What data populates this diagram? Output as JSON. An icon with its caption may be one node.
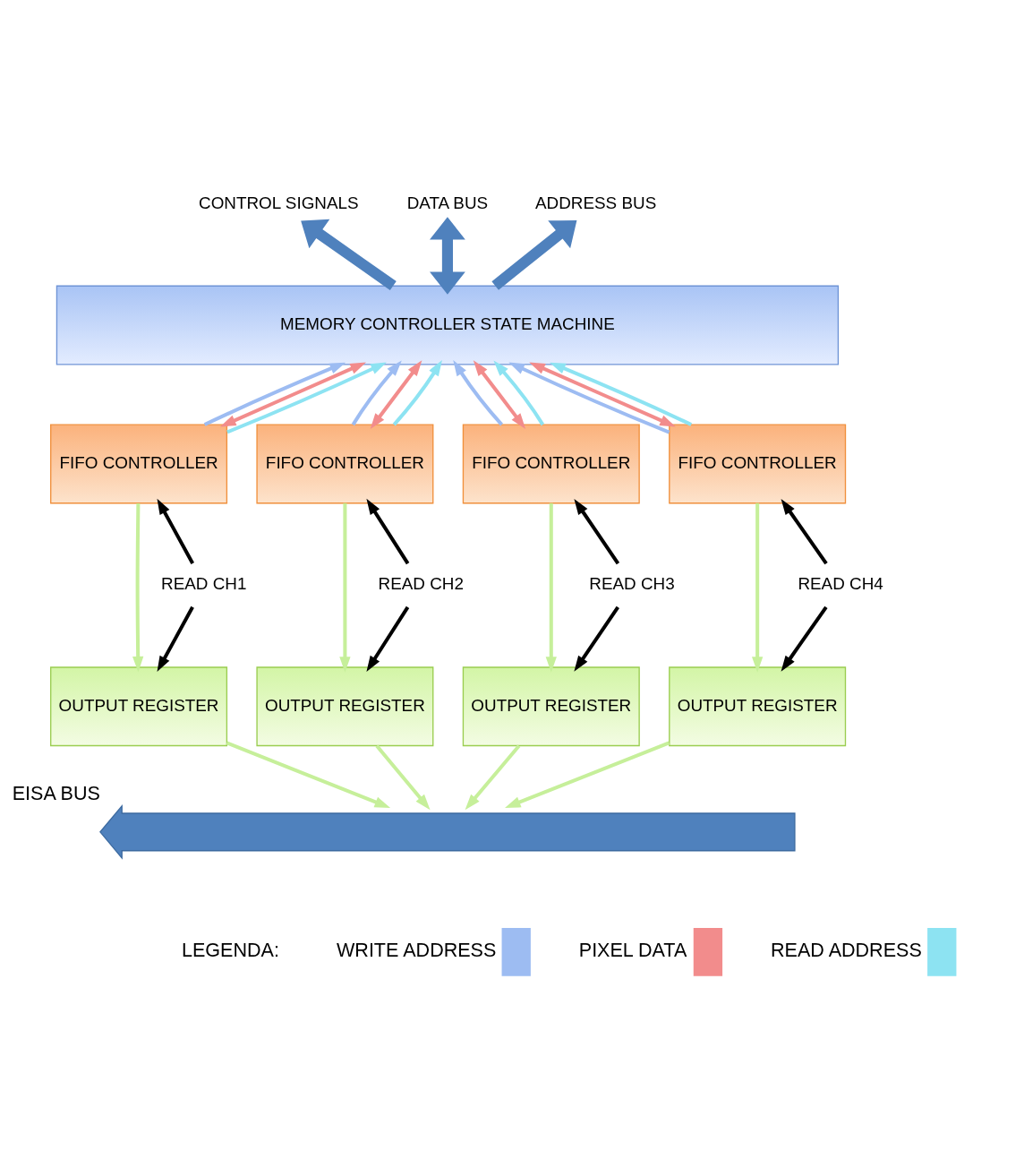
{
  "diagram": {
    "nodes": [
      {
        "text": [
          "MEMORY CONTROLLER STATE MACHINE"
        ]
      },
      {
        "text": [
          "FIFO CONTROLLER"
        ]
      },
      {
        "text": [
          "FIFO CONTROLLER"
        ]
      },
      {
        "text": [
          "FIFO CONTROLLER"
        ]
      },
      {
        "text": [
          "FIFO CONTROLLER"
        ]
      },
      {
        "text": [
          "OUTPUT REGISTER"
        ]
      },
      {
        "text": [
          "OUTPUT REGISTER"
        ]
      },
      {
        "text": [
          "OUTPUT REGISTER"
        ]
      },
      {
        "text": [
          "OUTPUT REGISTER"
        ]
      },
      {
        "text": [
          "CONTROL SIGNALS"
        ]
      },
      {
        "text": [
          "DATA BUS"
        ]
      },
      {
        "text": [
          "ADDRESS BUS"
        ]
      },
      {
        "text": [
          "READ CH1"
        ]
      },
      {
        "text": [
          "READ CH2"
        ]
      },
      {
        "text": [
          "READ CH3"
        ]
      },
      {
        "text": [
          "READ CH4"
        ]
      },
      {
        "text": [
          "EISA BUS"
        ]
      }
    ],
    "edges": [
      {
        "from": 0,
        "to": 9,
        "arrow": "to",
        "style": "thick",
        "color": "#4f81bd"
      },
      {
        "from": 0,
        "to": 10,
        "arrow": "both",
        "style": "thick",
        "color": "#4f81bd"
      },
      {
        "from": 0,
        "to": 11,
        "arrow": "to",
        "style": "thick",
        "color": "#4f81bd"
      },
      {
        "from": 1,
        "to": 0,
        "arrow": "to",
        "color": "#9dbcf2"
      },
      {
        "from": 1,
        "to": 0,
        "arrow": "both",
        "color": "#f28c8c"
      },
      {
        "from": 1,
        "to": 0,
        "arrow": "to",
        "color": "#8de3f2"
      },
      {
        "from": 2,
        "to": 0,
        "arrow": "to",
        "color": "#9dbcf2"
      },
      {
        "from": 2,
        "to": 0,
        "arrow": "both",
        "color": "#f28c8c"
      },
      {
        "from": 2,
        "to": 0,
        "arrow": "to",
        "color": "#8de3f2"
      },
      {
        "from": 3,
        "to": 0,
        "arrow": "to",
        "color": "#9dbcf2"
      },
      {
        "from": 3,
        "to": 0,
        "arrow": "both",
        "color": "#f28c8c"
      },
      {
        "from": 3,
        "to": 0,
        "arrow": "to",
        "color": "#8de3f2"
      },
      {
        "from": 4,
        "to": 0,
        "arrow": "to",
        "color": "#9dbcf2"
      },
      {
        "from": 4,
        "to": 0,
        "arrow": "both",
        "color": "#f28c8c"
      },
      {
        "from": 4,
        "to": 0,
        "arrow": "to",
        "color": "#8de3f2"
      },
      {
        "from": 12,
        "to": 1,
        "arrow": "to",
        "color": "#000000"
      },
      {
        "from": 12,
        "to": 5,
        "arrow": "to",
        "color": "#000000"
      },
      {
        "from": 1,
        "to": 5,
        "arrow": "to",
        "color": "#c6ef9a"
      },
      {
        "from": 13,
        "to": 2,
        "arrow": "to",
        "color": "#000000"
      },
      {
        "from": 13,
        "to": 6,
        "arrow": "to",
        "color": "#000000"
      },
      {
        "from": 2,
        "to": 6,
        "arrow": "to",
        "color": "#c6ef9a"
      },
      {
        "from": 14,
        "to": 3,
        "arrow": "to",
        "color": "#000000"
      },
      {
        "from": 14,
        "to": 7,
        "arrow": "to",
        "color": "#000000"
      },
      {
        "from": 3,
        "to": 7,
        "arrow": "to",
        "color": "#c6ef9a"
      },
      {
        "from": 15,
        "to": 4,
        "arrow": "to",
        "color": "#000000"
      },
      {
        "from": 15,
        "to": 8,
        "arrow": "to",
        "color": "#000000"
      },
      {
        "from": 4,
        "to": 8,
        "arrow": "to",
        "color": "#c6ef9a"
      },
      {
        "from": 5,
        "to": 16,
        "arrow": "to",
        "color": "#c6ef9a"
      },
      {
        "from": 6,
        "to": 16,
        "arrow": "to",
        "color": "#c6ef9a"
      },
      {
        "from": 7,
        "to": 16,
        "arrow": "to",
        "color": "#c6ef9a"
      },
      {
        "from": 8,
        "to": 16,
        "arrow": "to",
        "color": "#c6ef9a"
      }
    ],
    "labels": [
      "LEGENDA:"
    ],
    "legend": [
      {
        "text": "WRITE ADDRESS",
        "color": "#9dbcf2"
      },
      {
        "text": "PIXEL DATA",
        "color": "#f28c8c"
      },
      {
        "text": "READ ADDRESS",
        "color": "#8de3f2"
      }
    ]
  }
}
